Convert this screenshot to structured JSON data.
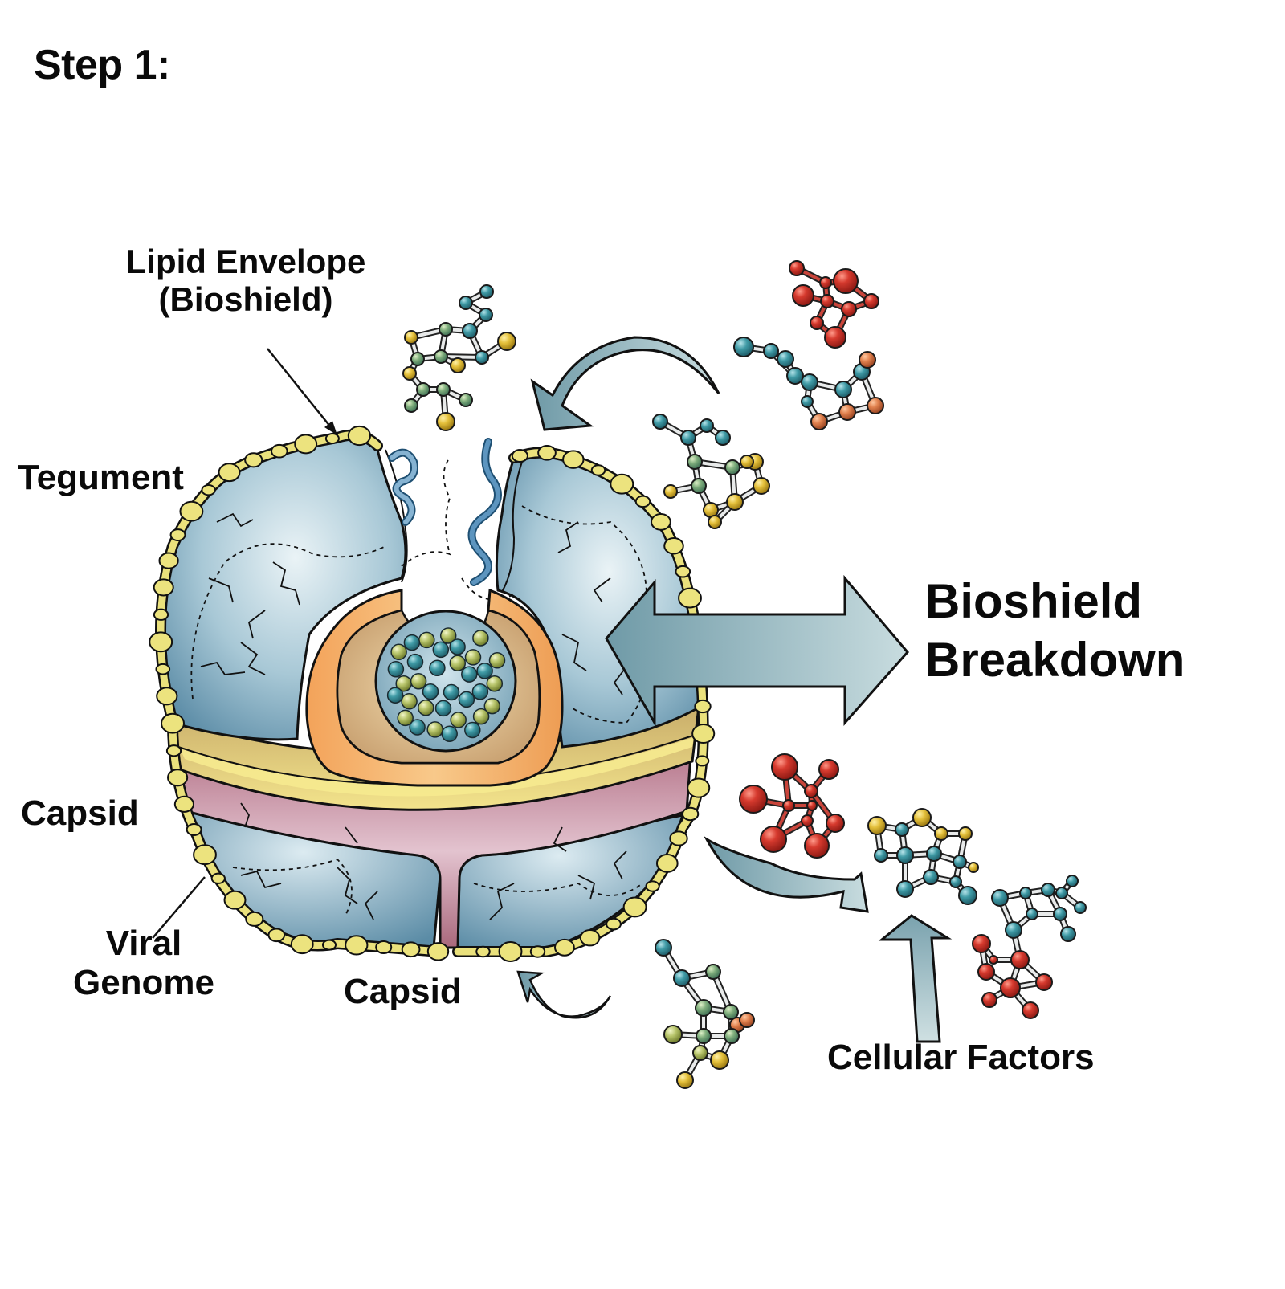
{
  "title": "Step 1:",
  "labels": {
    "lipid_envelope_line1": "Lipid Envelope",
    "lipid_envelope_line2": "(Bioshield)",
    "tegument": "Tegument",
    "capsid_left": "Capsid",
    "viral_genome_line1": "Viral",
    "viral_genome_line2": "Genome",
    "capsid_bottom": "Capsid",
    "bioshield_breakdown_line1": "Bioshield",
    "bioshield_breakdown_line2": "Breakdown",
    "cellular_factors": "Cellular Factors"
  },
  "colors": {
    "envelope_yellow": "#e9e07a",
    "tegument_blue": "#7fa9bd",
    "capsid_band": "#c9899e",
    "inner_tan": "#d9b27a",
    "shell_orange": "#f0b469",
    "arrow_teal": "#8fb2b9",
    "molecule_red": "#d0352b",
    "molecule_teal": "#3f9aa5",
    "molecule_green": "#8cb57a",
    "molecule_yellow": "#e3bf3a"
  }
}
